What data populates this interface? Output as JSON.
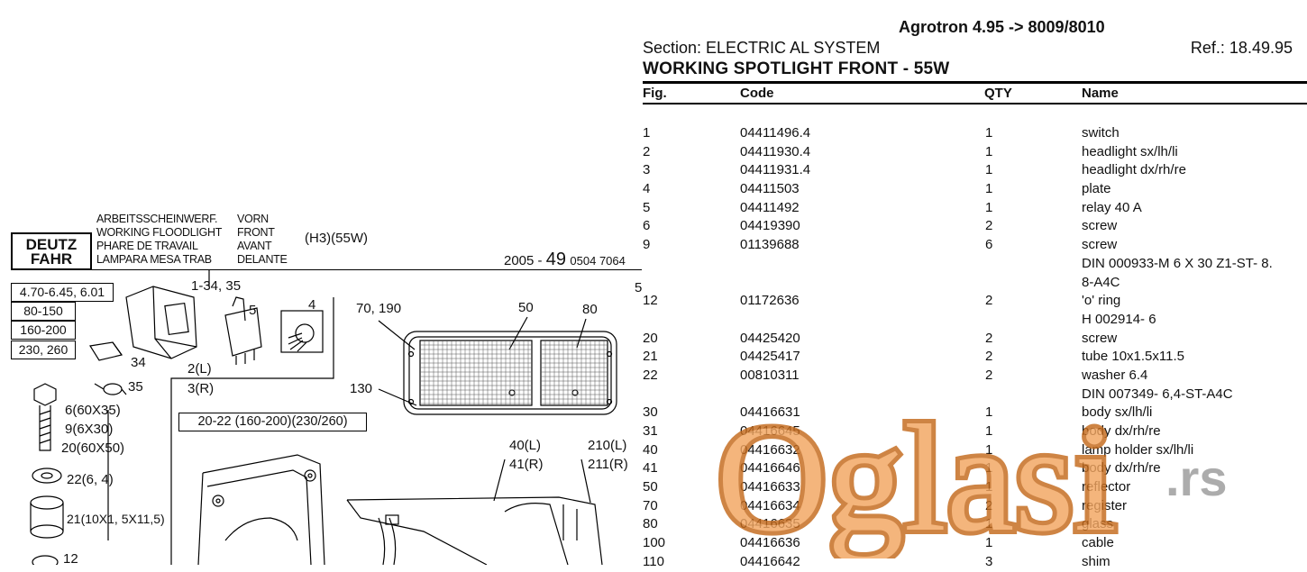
{
  "header": {
    "model": "Agrotron 4.95 -> 8009/8010",
    "section": "Section: ELECTRIC AL SYSTEM",
    "ref": "Ref.: 18.49.95",
    "part_title": "WORKING SPOTLIGHT FRONT - 55W"
  },
  "columns": {
    "fig": "Fig.",
    "code": "Code",
    "qty": "QTY",
    "name": "Name"
  },
  "rows": [
    {
      "fig": "1",
      "code": "04411496.4",
      "qty": "1",
      "name": "switch"
    },
    {
      "fig": "2",
      "code": "04411930.4",
      "qty": "1",
      "name": "headlight sx/lh/li"
    },
    {
      "fig": "3",
      "code": "04411931.4",
      "qty": "1",
      "name": "headlight dx/rh/re"
    },
    {
      "fig": "4",
      "code": "04411503",
      "qty": "1",
      "name": "plate"
    },
    {
      "fig": "5",
      "code": "04411492",
      "qty": "1",
      "name": "relay 40 A"
    },
    {
      "fig": "6",
      "code": "04419390",
      "qty": "2",
      "name": "screw"
    },
    {
      "fig": "9",
      "code": "01139688",
      "qty": "6",
      "name": "screw"
    },
    {
      "fig": "",
      "code": "",
      "qty": "",
      "name": "DIN 000933-M 6 X 30 Z1-ST- 8."
    },
    {
      "fig": "",
      "code": "",
      "qty": "",
      "name": "8-A4C"
    },
    {
      "fig": "12",
      "code": "01172636",
      "qty": "2",
      "name": "'o' ring"
    },
    {
      "fig": "",
      "code": "",
      "qty": "",
      "name": "H 002914- 6"
    },
    {
      "fig": "20",
      "code": "04425420",
      "qty": "2",
      "name": "screw"
    },
    {
      "fig": "21",
      "code": "04425417",
      "qty": "2",
      "name": "tube 10x1.5x11.5"
    },
    {
      "fig": "22",
      "code": "00810311",
      "qty": "2",
      "name": "washer 6.4"
    },
    {
      "fig": "",
      "code": "",
      "qty": "",
      "name": "DIN 007349- 6,4-ST-A4C"
    },
    {
      "fig": "30",
      "code": "04416631",
      "qty": "1",
      "name": "body sx/lh/li"
    },
    {
      "fig": "31",
      "code": "04416645",
      "qty": "1",
      "name": "body dx/rh/re"
    },
    {
      "fig": "40",
      "code": "04416632",
      "qty": "1",
      "name": "lamp holder sx/lh/li"
    },
    {
      "fig": "41",
      "code": "04416646",
      "qty": "1",
      "name": "body dx/rh/re"
    },
    {
      "fig": "50",
      "code": "04416633",
      "qty": "1",
      "name": "reflector"
    },
    {
      "fig": "70",
      "code": "04416634",
      "qty": "2",
      "name": "register"
    },
    {
      "fig": "80",
      "code": "04416635",
      "qty": "1",
      "name": "glass"
    },
    {
      "fig": "100",
      "code": "04416636",
      "qty": "1",
      "name": "cable"
    },
    {
      "fig": "110",
      "code": "04416642",
      "qty": "3",
      "name": "shim"
    }
  ],
  "drawing": {
    "logo_line1": "DEUTZ",
    "logo_line2": "FAHR",
    "names_col1": [
      "ARBEITSSCHEINWERF.",
      "WORKING FLOODLIGHT",
      "PHARE DE TRAVAIL",
      "LAMPARA MESA TRAB"
    ],
    "names_col2": [
      "VORN",
      "FRONT",
      "AVANT",
      "DELANTE"
    ],
    "variant": "(H3)(55W)",
    "drawing_no_prefix": "2005",
    "drawing_no_mid": "49",
    "drawing_no_suffix": "0504 7064",
    "model_ranges": [
      "4.70-6.45, 6.01",
      "80-150",
      "160-200",
      "230, 260"
    ],
    "callouts": {
      "c1": "1-34, 35",
      "c5": "5",
      "c4": "4",
      "c34": "34",
      "c35": "35",
      "c70": "70, 190",
      "c50": "50",
      "c80": "80",
      "c130": "130",
      "c2": "2(L)",
      "c3": "3(R)",
      "c6": "6(60X35)",
      "c9": "9(6X30)",
      "c20": "20(60X50)",
      "c22": "22(6, 4)",
      "c21": "21(10X1, 5X11,5)",
      "c12": "12",
      "c40": "40(L)",
      "c41": "41(R)",
      "c210": "210(L)",
      "c211": "211(R)",
      "c5b": "5",
      "range_box": "20-22 (160-200)(230/260)"
    }
  },
  "watermark": {
    "brand": "Oglasi",
    "suffix": ".rs",
    "color": "#e8954a"
  }
}
